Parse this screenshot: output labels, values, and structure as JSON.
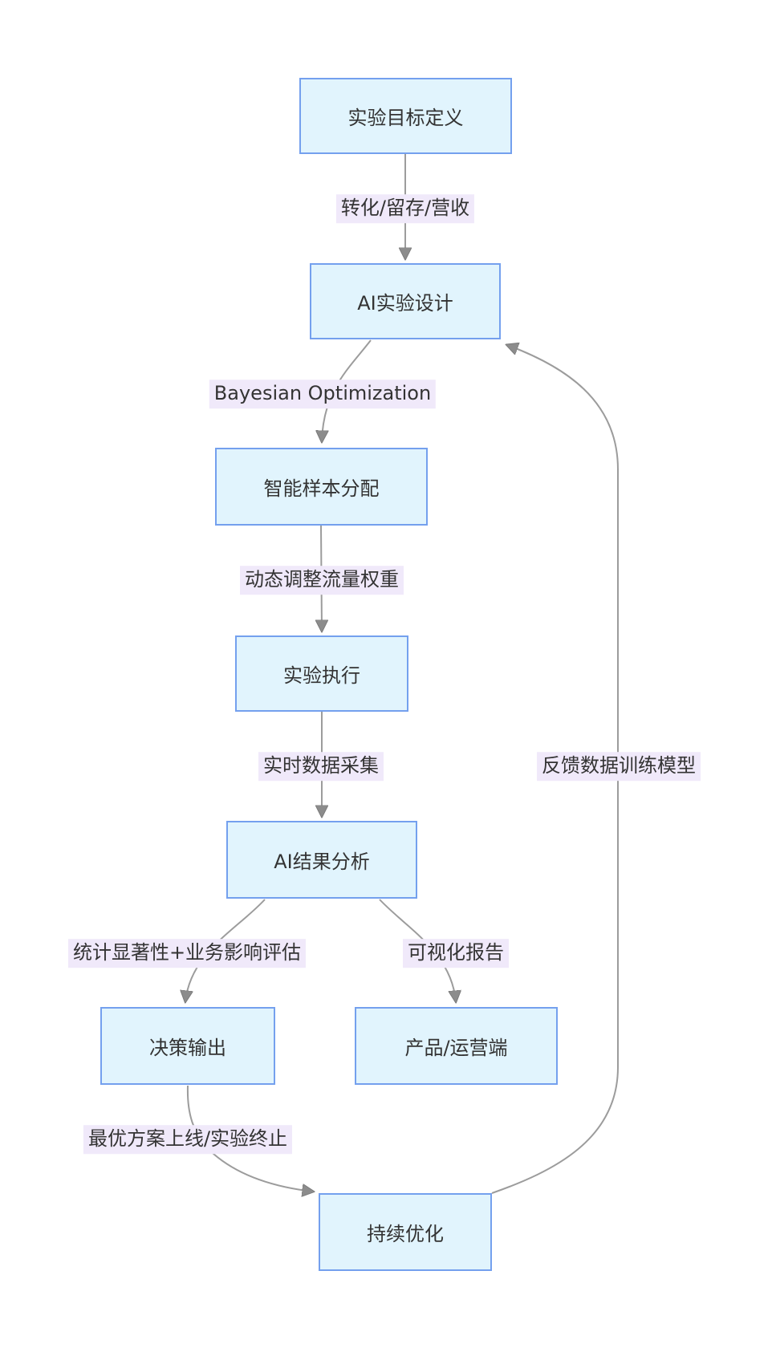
{
  "diagram": {
    "type": "flowchart",
    "direction": "top-down",
    "colors": {
      "background": "#ffffff",
      "node_fill": "#e1f4fd",
      "node_border": "#74a0ee",
      "edge_line": "#9c9c9c",
      "arrowhead": "#8c8c8c",
      "edge_label_bg": "#f0e9fa",
      "text": "#333333"
    },
    "nodes": [
      {
        "id": "goal",
        "label": "实验目标定义"
      },
      {
        "id": "design",
        "label": "AI实验设计"
      },
      {
        "id": "alloc",
        "label": "智能样本分配"
      },
      {
        "id": "exec",
        "label": "实验执行"
      },
      {
        "id": "analysis",
        "label": "AI结果分析"
      },
      {
        "id": "decision",
        "label": "决策输出"
      },
      {
        "id": "product",
        "label": "产品/运营端"
      },
      {
        "id": "optimize",
        "label": "持续优化"
      }
    ],
    "edges": [
      {
        "from": "goal",
        "to": "design",
        "label": "转化/留存/营收"
      },
      {
        "from": "design",
        "to": "alloc",
        "label": "Bayesian Optimization"
      },
      {
        "from": "alloc",
        "to": "exec",
        "label": "动态调整流量权重"
      },
      {
        "from": "exec",
        "to": "analysis",
        "label": "实时数据采集"
      },
      {
        "from": "analysis",
        "to": "decision",
        "label": "统计显著性+业务影响评估"
      },
      {
        "from": "analysis",
        "to": "product",
        "label": "可视化报告"
      },
      {
        "from": "decision",
        "to": "optimize",
        "label": "最优方案上线/实验终止"
      },
      {
        "from": "optimize",
        "to": "design",
        "label": "反馈数据训练模型"
      }
    ]
  }
}
